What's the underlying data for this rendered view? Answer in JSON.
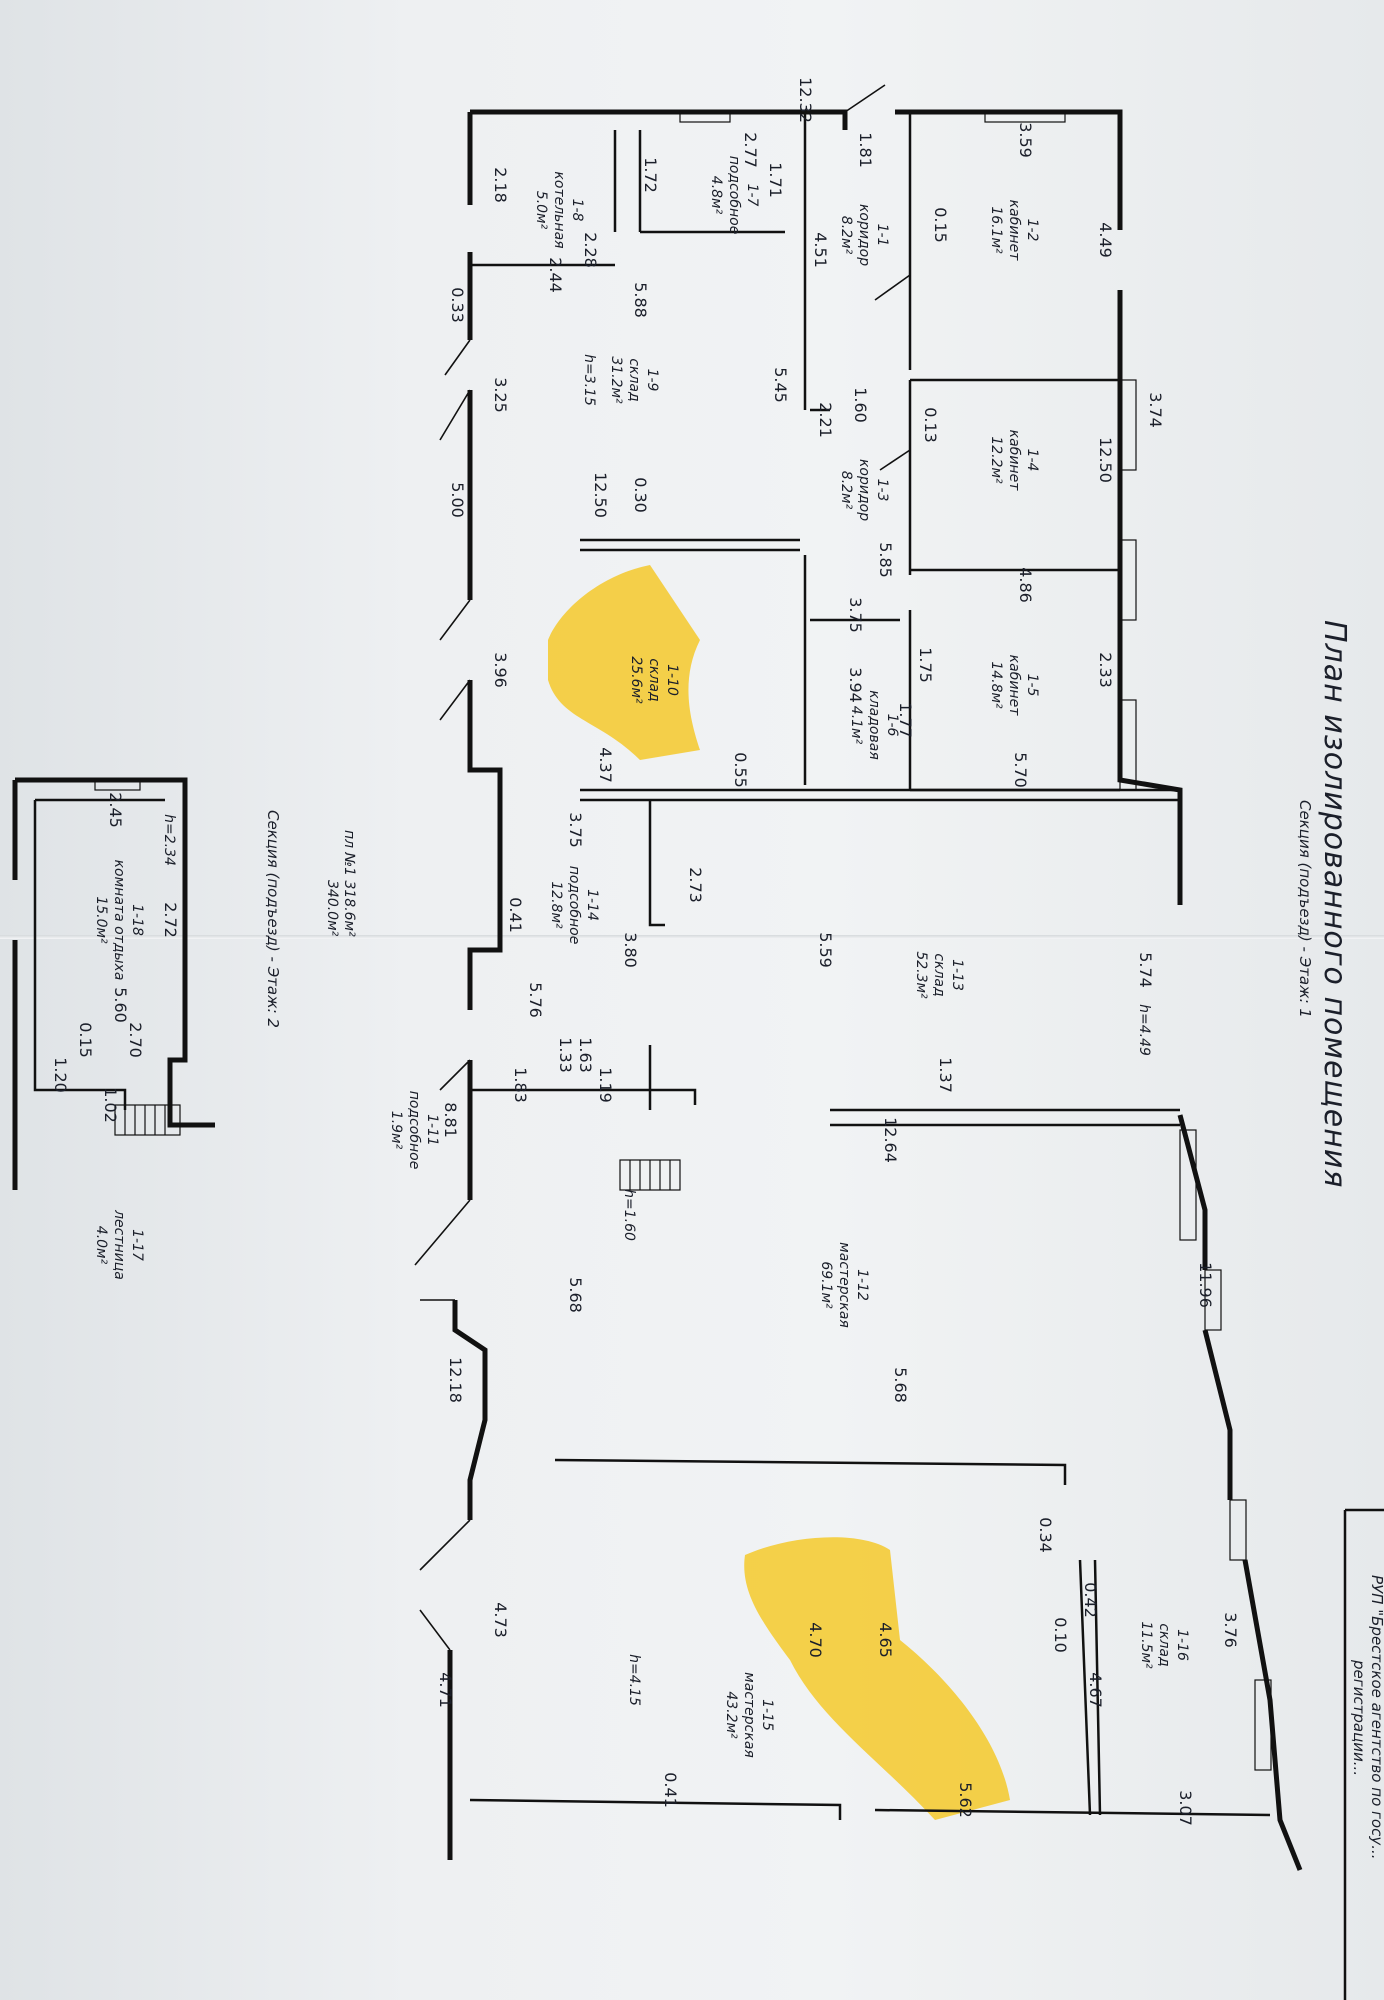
{
  "title": "План изолированного помещения",
  "subtitle": "Секция (подъезд) - Этаж: 1",
  "second_floor_caption": "Секция (подъезд) - Этаж: 2",
  "summary": {
    "line1": "пл №1 318.6м²",
    "line2": "340.0м²"
  },
  "stamp": {
    "line1": "РУП \"Брестское агентство по госу...",
    "line2": "регистрации..."
  },
  "rooms": [
    {
      "id": "1-1",
      "name": "коридор",
      "area": "8.2м²"
    },
    {
      "id": "1-2",
      "name": "кабинет",
      "area": "16.1м²"
    },
    {
      "id": "1-3",
      "name": "коридор",
      "area": "8.2м²"
    },
    {
      "id": "1-4",
      "name": "кабинет",
      "area": "12.2м²"
    },
    {
      "id": "1-5",
      "name": "кабинет",
      "area": "14.8м²"
    },
    {
      "id": "1-6",
      "name": "кладовая",
      "area": "4.1м²"
    },
    {
      "id": "1-7",
      "name": "подсобное",
      "area": "4.8м²"
    },
    {
      "id": "1-8",
      "name": "котельная",
      "area": "5.0м²"
    },
    {
      "id": "1-9",
      "name": "склад",
      "area": "31.2м²"
    },
    {
      "id": "1-10",
      "name": "склад",
      "area": "25.6м²"
    },
    {
      "id": "1-11",
      "name": "подсобное",
      "area": "1.9м²"
    },
    {
      "id": "1-12",
      "name": "мастерская",
      "area": "69.1м²"
    },
    {
      "id": "1-13",
      "name": "склад",
      "area": "52.3м²"
    },
    {
      "id": "1-14",
      "name": "подсобное",
      "area": "12.8м²"
    },
    {
      "id": "1-15",
      "name": "мастерская",
      "area": "43.2м²"
    },
    {
      "id": "1-16",
      "name": "склад",
      "area": "11.5м²"
    },
    {
      "id": "1-17",
      "name": "лестница",
      "area": "4.0м²"
    },
    {
      "id": "1-18",
      "name": "комната отдыха",
      "area": "15.0м²"
    }
  ],
  "heights": [
    "h=3.15",
    "h=4.49",
    "h=4.15",
    "h=1.60",
    "h=2.34"
  ],
  "dimensions": [
    "12.32",
    "1.81",
    "3.59",
    "4.49",
    "0.15",
    "4.51",
    "2.77",
    "1.71",
    "1.72",
    "2.18",
    "2.28",
    "2.44",
    "0.33",
    "5.88",
    "5.45",
    "2.21",
    "1.60",
    "0.13",
    "3.74",
    "12.50",
    "3.25",
    "5.00",
    "12.50",
    "0.30",
    "5.85",
    "4.86",
    "3.75",
    "1.75",
    "3.94",
    "1.77",
    "2.33",
    "3.96",
    "4.37",
    "0.55",
    "5.70",
    "3.75",
    "2.73",
    "0.41",
    "3.80",
    "5.59",
    "5.74",
    "5.76",
    "1.33",
    "1.63",
    "1.83",
    "1.19",
    "1.37",
    "8.81",
    "12.64",
    "11.96",
    "5.68",
    "5.68",
    "12.18",
    "0.34",
    "0.42",
    "0.10",
    "4.67",
    "3.76",
    "4.65",
    "4.70",
    "4.73",
    "4.71",
    "0.41",
    "5.62",
    "3.07",
    "2.45",
    "2.72",
    "5.60",
    "2.70",
    "0.15",
    "1.20",
    "1.02",
    "0.42"
  ]
}
